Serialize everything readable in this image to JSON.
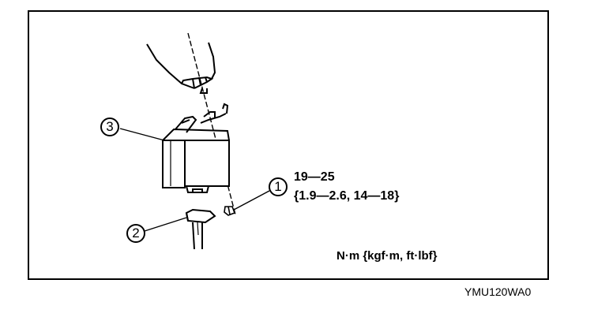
{
  "callouts": {
    "c1": "1",
    "c2": "2",
    "c3": "3"
  },
  "torque": {
    "nm": "19—25",
    "kgfm_ftlbf": "{1.9—2.6, 14—18}"
  },
  "units_legend": "N·m {kgf·m, ft·lbf}",
  "figure_code": "YMU120WA0"
}
